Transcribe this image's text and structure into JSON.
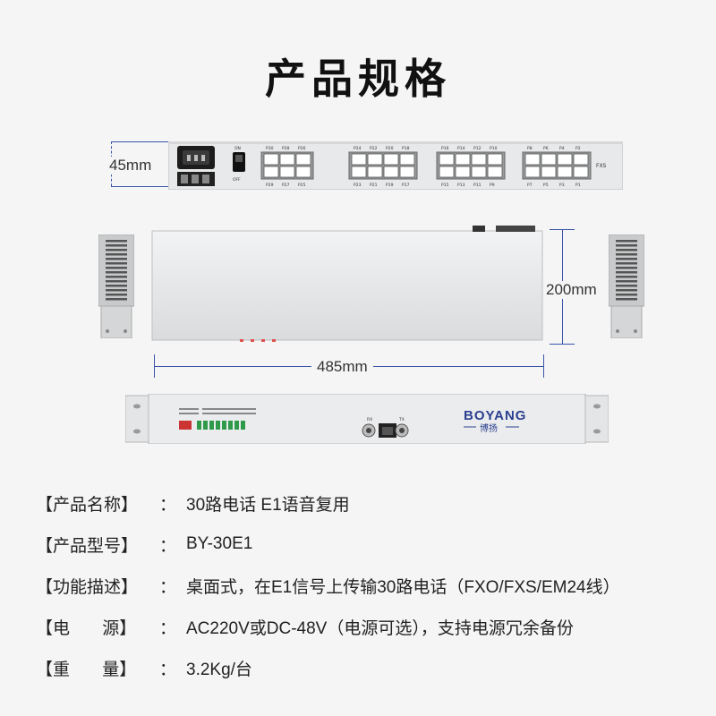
{
  "title": "产品规格",
  "dimensions": {
    "height": "45mm",
    "depth": "200mm",
    "width": "485mm"
  },
  "front_panel": {
    "on_label": "ON",
    "off_label": "OFF",
    "fxs_label": "FXS",
    "port_groups": [
      {
        "top": [
          "P30",
          "P28",
          "P26"
        ],
        "bottom": [
          "P29",
          "P27",
          "P25"
        ]
      },
      {
        "top": [
          "P24",
          "P22",
          "P20",
          "P18"
        ],
        "bottom": [
          "P23",
          "P21",
          "P19",
          "P17"
        ]
      },
      {
        "top": [
          "P16",
          "P14",
          "P12",
          "P10"
        ],
        "bottom": [
          "P15",
          "P13",
          "P11",
          "P9"
        ]
      },
      {
        "top": [
          "P8",
          "P6",
          "P4",
          "P2"
        ],
        "bottom": [
          "P7",
          "P5",
          "P3",
          "P1"
        ]
      }
    ]
  },
  "rear_panel": {
    "brand": "BOYANG",
    "brand_cn": "博扬",
    "rx_label": "RX",
    "tx_label": "TX"
  },
  "specs": [
    {
      "label": "【产品名称】",
      "value": "30路电话 E1语音复用"
    },
    {
      "label": "【产品型号】",
      "value": "BY-30E1"
    },
    {
      "label": "【功能描述】",
      "value": "桌面式，在E1信号上传输30路电话（FXO/FXS/EM24线）"
    },
    {
      "label": "【电      源】",
      "value": "AC220V或DC-48V（电源可选），支持电源冗余备份"
    },
    {
      "label": "【重      量】",
      "value": "3.2Kg/台"
    }
  ],
  "spec_separator": "："
}
